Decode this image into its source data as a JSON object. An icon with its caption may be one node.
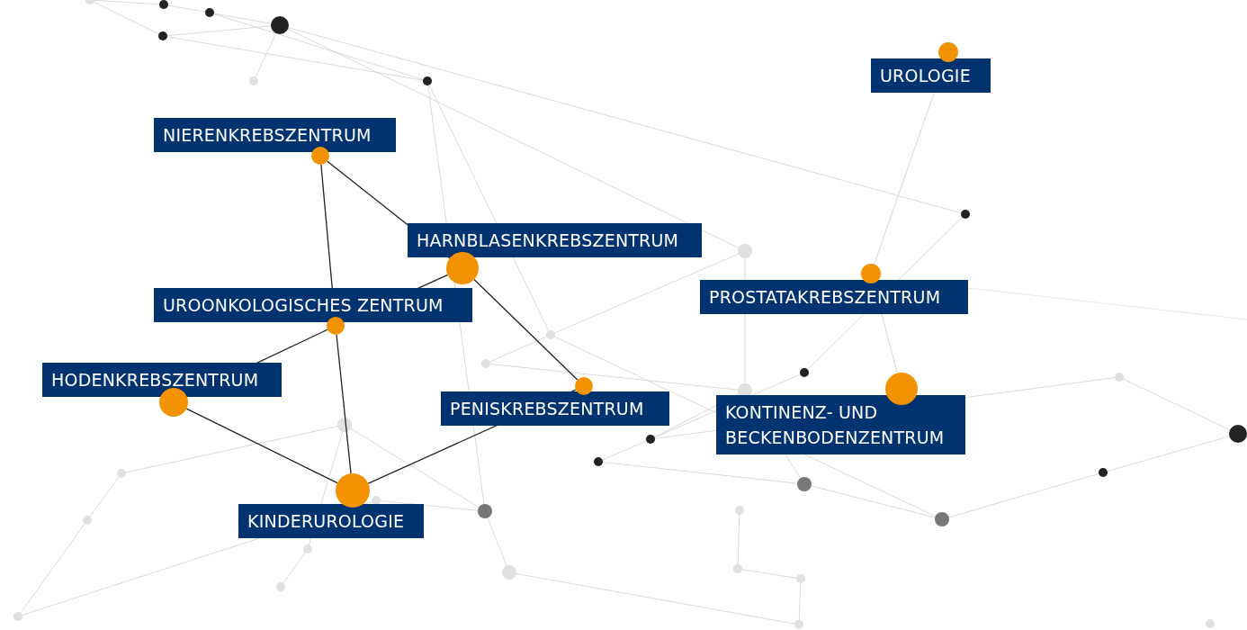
{
  "diagram": {
    "nodes": [
      {
        "text": [
          "UROLOGIE"
        ]
      },
      {
        "text": [
          "NIERENKREBSZENTRUM"
        ]
      },
      {
        "text": [
          "HARNBLASENKREBSZENTRUM"
        ]
      },
      {
        "text": [
          "PROSTATAKREBSZENTRUM"
        ]
      },
      {
        "text": [
          "UROONKOLOGISCHES ZENTRUM"
        ]
      },
      {
        "text": [
          "HODENKREBSZENTRUM"
        ]
      },
      {
        "text": [
          "PENISKREBSZENTRUM"
        ]
      },
      {
        "text": [
          "KONTINENZ- UND BECKENBODENZENTRUM"
        ]
      },
      {
        "text": [
          "KINDERUROLOGIE"
        ]
      }
    ],
    "edges": [
      {
        "from": 1,
        "to": 4,
        "arrow": "none"
      },
      {
        "from": 1,
        "to": 2,
        "arrow": "none"
      },
      {
        "from": 2,
        "to": 6,
        "arrow": "none"
      },
      {
        "from": 2,
        "to": 4,
        "arrow": "none"
      },
      {
        "from": 4,
        "to": 5,
        "arrow": "none"
      },
      {
        "from": 4,
        "to": 8,
        "arrow": "none"
      },
      {
        "from": 5,
        "to": 8,
        "arrow": "none"
      },
      {
        "from": 8,
        "to": 6,
        "arrow": "none"
      },
      {
        "from": 0,
        "to": 3,
        "arrow": "none",
        "color": "#cccccc"
      },
      {
        "from": 3,
        "to": 7,
        "arrow": "none",
        "color": "#cccccc"
      }
    ]
  }
}
